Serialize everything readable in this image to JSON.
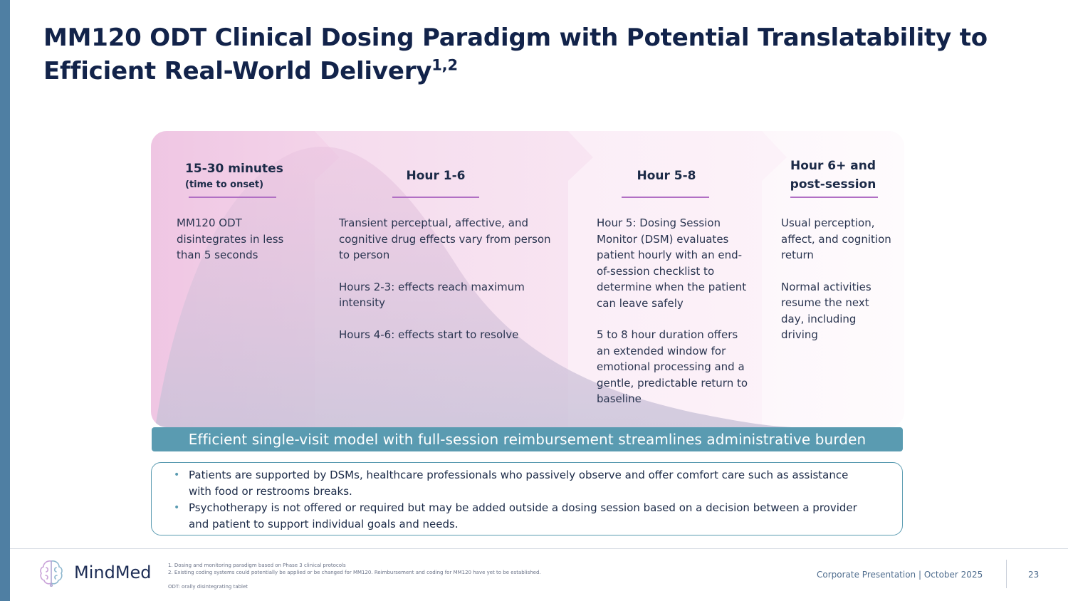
{
  "title": "MM120 ODT Clinical Dosing Paradigm with Potential Translatability to Efficient Real-World Delivery",
  "title_superscript": "1,2",
  "columns": [
    {
      "heading": "15-30 minutes",
      "subheading": "(time to onset)",
      "paragraphs": [
        "MM120 ODT disintegrates in less than 5 seconds"
      ]
    },
    {
      "heading": "Hour 1-6",
      "paragraphs": [
        "Transient perceptual, affective, and cognitive drug effects vary from person to person",
        "Hours 2-3: effects reach maximum intensity",
        "Hours 4-6: effects start to resolve"
      ]
    },
    {
      "heading": "Hour 5-8",
      "paragraphs": [
        "Hour 5: Dosing Session Monitor (DSM) evaluates patient hourly with an end-of-session checklist to determine when the patient can leave safely",
        "5 to 8 hour duration offers an extended window for emotional processing and a gentle, predictable return to baseline"
      ]
    },
    {
      "heading": "Hour 6+ and post-session",
      "paragraphs": [
        "Usual perception, affect, and cognition return",
        "Normal activities resume the next day, including driving"
      ]
    }
  ],
  "banner": "Efficient single-visit model with full-session reimbursement streamlines administrative burden",
  "notes": [
    "Patients are supported by DSMs, healthcare professionals who passively observe and offer comfort care such as assistance with food or restrooms breaks.",
    "Psychotherapy is not offered or required but may be added outside a dosing session based on a decision between a provider and patient to support individual goals and needs."
  ],
  "footer": {
    "brand": "MindMed",
    "footnotes": [
      "1.   Dosing and monitoring paradigm based on Phase 3 clinical protocols",
      "2.   Existing coding systems could potentially be applied or be changed for MM120. Reimbursement and coding for MM120 have yet to be established."
    ],
    "abbreviation": "ODT: orally disintegrating tablet",
    "corporate": "Corporate Presentation | October 2025",
    "page_number": "23"
  },
  "colors": {
    "accent_blue": "#5a9bb1",
    "heading_navy": "#12234a",
    "underline_purple": "#b16fc4",
    "side_bar": "#4f7fa3"
  },
  "icons": [
    "brain-logo-icon"
  ]
}
